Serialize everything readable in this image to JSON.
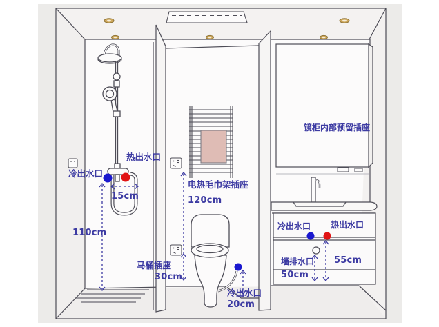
{
  "colors": {
    "cold_water_dot": "#1a18cf",
    "hot_water_dot": "#e11414",
    "label_text": "#3c3aa2",
    "line": "#4e4d57",
    "towel": "#dfbcb5",
    "background": "#ecebe9",
    "downlight": "#cfa95e"
  },
  "icons": {
    "power-socket": "small square outline with plug marks",
    "downlight": "gold ellipse ceiling spot",
    "exhaust-fan": "dashed rectangle ceiling vent",
    "shower-set": "rain shower column line drawing",
    "toilet": "toilet front-view line drawing",
    "towel-rack": "ladder towel warmer with towel",
    "faucet": "basin mixer line drawing",
    "wall-drain": "small open circle",
    "floor-drain": "hatched floor lines"
  },
  "shower_area": {
    "cold_outlet_label": "冷出水口",
    "hot_outlet_label": "热出水口",
    "outlet_spacing": "15cm",
    "outlet_height": "110cm"
  },
  "toilet_area": {
    "towel_rack_socket_label": "电热毛巾架插座",
    "towel_rack_socket_height": "120cm",
    "toilet_socket_label": "马桶插座",
    "toilet_socket_height": "30cm",
    "cold_outlet_label": "冷出水口",
    "cold_outlet_height": "20cm"
  },
  "vanity_area": {
    "mirror_cabinet_label": "镜柜内部预留插座",
    "cold_outlet_label": "冷出水口",
    "hot_outlet_label": "热出水口",
    "wall_drain_label": "墙排水口",
    "wall_drain_height": "50cm",
    "hot_outlet_height": "55cm"
  }
}
